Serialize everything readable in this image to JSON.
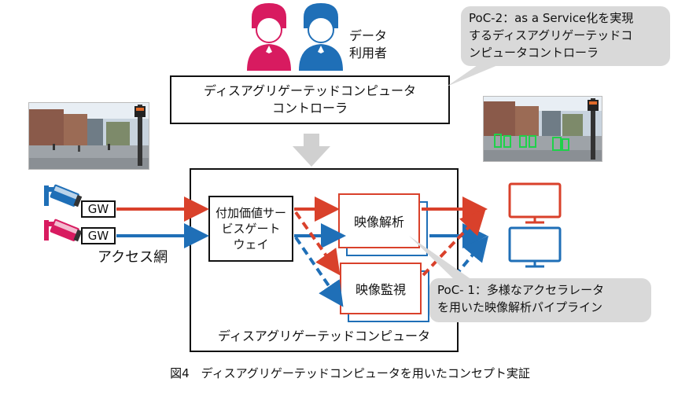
{
  "users_label_line1": "データ",
  "users_label_line2": "利用者",
  "controller_line1": "ディスアグリゲーテッドコンピュータ",
  "controller_line2": "コントローラ",
  "poc2_line1": "PoC-2：as a Service化を実現",
  "poc2_line2": "するディスアグリゲーテッドコ",
  "poc2_line3": "ンピュータコントローラ",
  "gw_label_1": "GW",
  "gw_label_2": "GW",
  "access_network": "アクセス網",
  "gateway_line1": "付加価値サー",
  "gateway_line2": "ビスゲート",
  "gateway_line3": "ウェイ",
  "video_analysis": "映像解析",
  "video_monitoring": "映像監視",
  "poc1_line1": "PoC- 1：多様なアクセラレータ",
  "poc1_line2": "を用いた映像解析パイプライン",
  "computer_label": "ディスアグリゲーテッドコンピュータ",
  "caption": "図4　ディスアグリゲーテッドコンピュータを用いたコンセプト実証",
  "colors": {
    "red": "#d9412b",
    "blue": "#1f6fb7",
    "pink": "#d81b60",
    "user_blue": "#1f6fb7",
    "callout": "#d9d9d9"
  }
}
